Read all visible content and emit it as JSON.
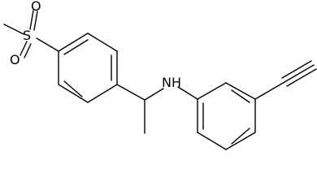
{
  "molecule": {
    "labels": {
      "sulfur": "S",
      "oxygen_top": "O",
      "oxygen_bottom": "O",
      "amine": "NH"
    }
  },
  "colors": {
    "bond": "#000000",
    "background": "#ffffff"
  }
}
